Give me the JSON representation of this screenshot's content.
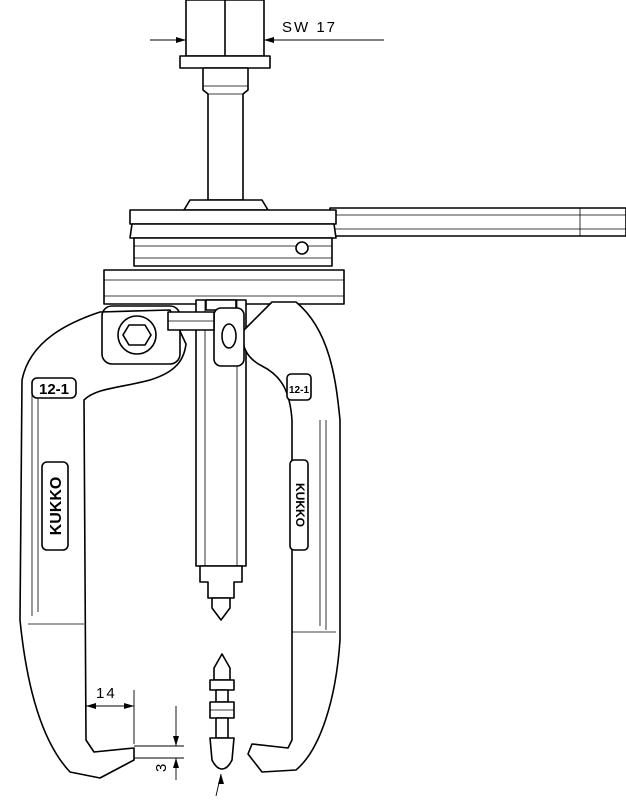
{
  "dimensions": {
    "wrench_size": "SW 17",
    "jaw_width": "14",
    "jaw_height": "3"
  },
  "markings": {
    "model_left": "12-1",
    "model_right": "12-1",
    "brand_left": "KUKKO",
    "brand_right": "KUKKO"
  }
}
